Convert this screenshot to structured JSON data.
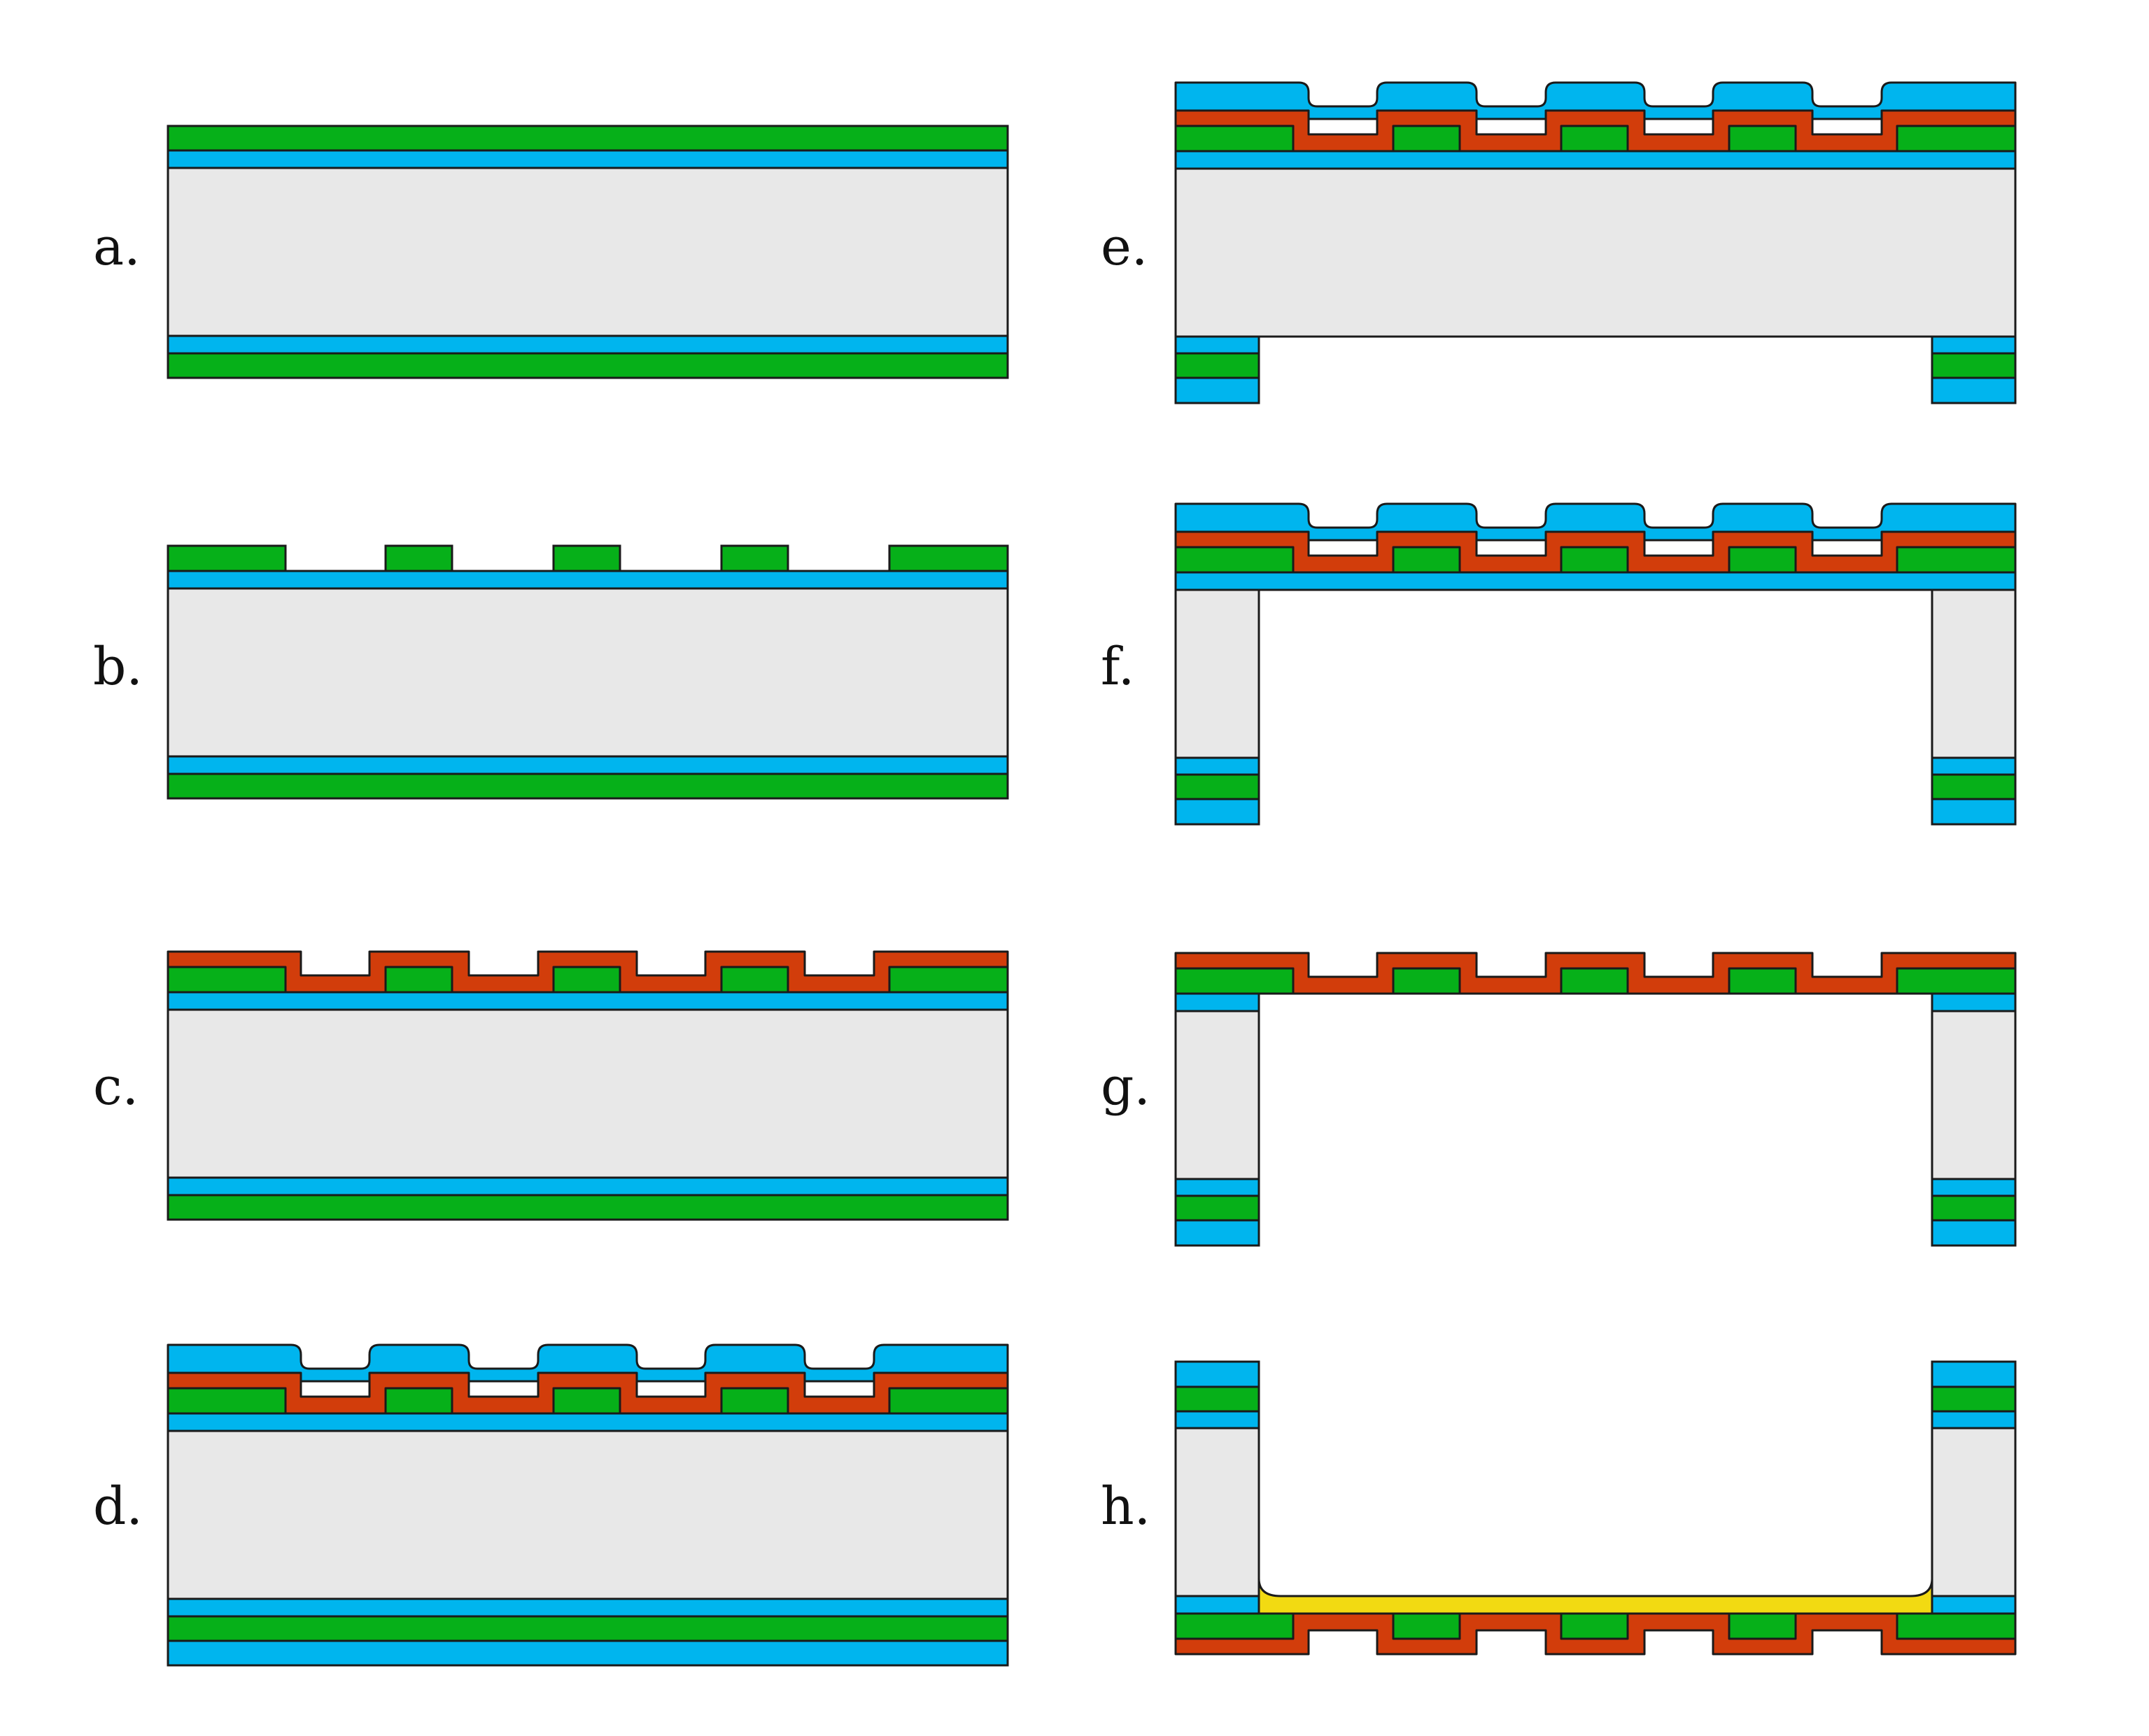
{
  "colors": {
    "substrate": "#e8e8e8",
    "blue_layer": "#00b5ee",
    "green_layer": "#06b019",
    "red_layer": "#d23d0b",
    "yellow_layer": "#f2da12",
    "outline": "#1a1a1a",
    "background": "#ffffff"
  },
  "steps": [
    {
      "id": "a",
      "label": "a."
    },
    {
      "id": "b",
      "label": "b."
    },
    {
      "id": "c",
      "label": "c."
    },
    {
      "id": "d",
      "label": "d."
    },
    {
      "id": "e",
      "label": "e."
    },
    {
      "id": "f",
      "label": "f."
    },
    {
      "id": "g",
      "label": "g."
    },
    {
      "id": "h",
      "label": "h."
    }
  ]
}
